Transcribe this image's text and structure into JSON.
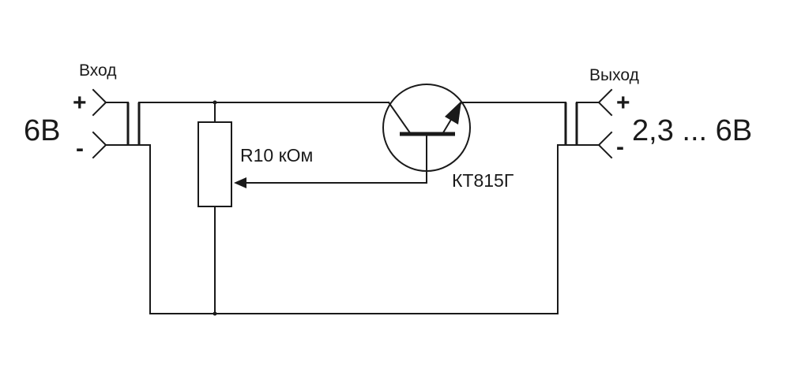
{
  "input": {
    "title": "Вход",
    "voltage": "6В",
    "plus_sign": "+",
    "minus_sign": "-"
  },
  "output": {
    "title": "Выход",
    "voltage": "2,3 ... 6В",
    "plus_sign": "+",
    "minus_sign": "-"
  },
  "resistor": {
    "label": "R10 кОм"
  },
  "transistor": {
    "label": "КТ815Г"
  },
  "colors": {
    "ink": "#1a1a1a",
    "background": "#ffffff"
  }
}
